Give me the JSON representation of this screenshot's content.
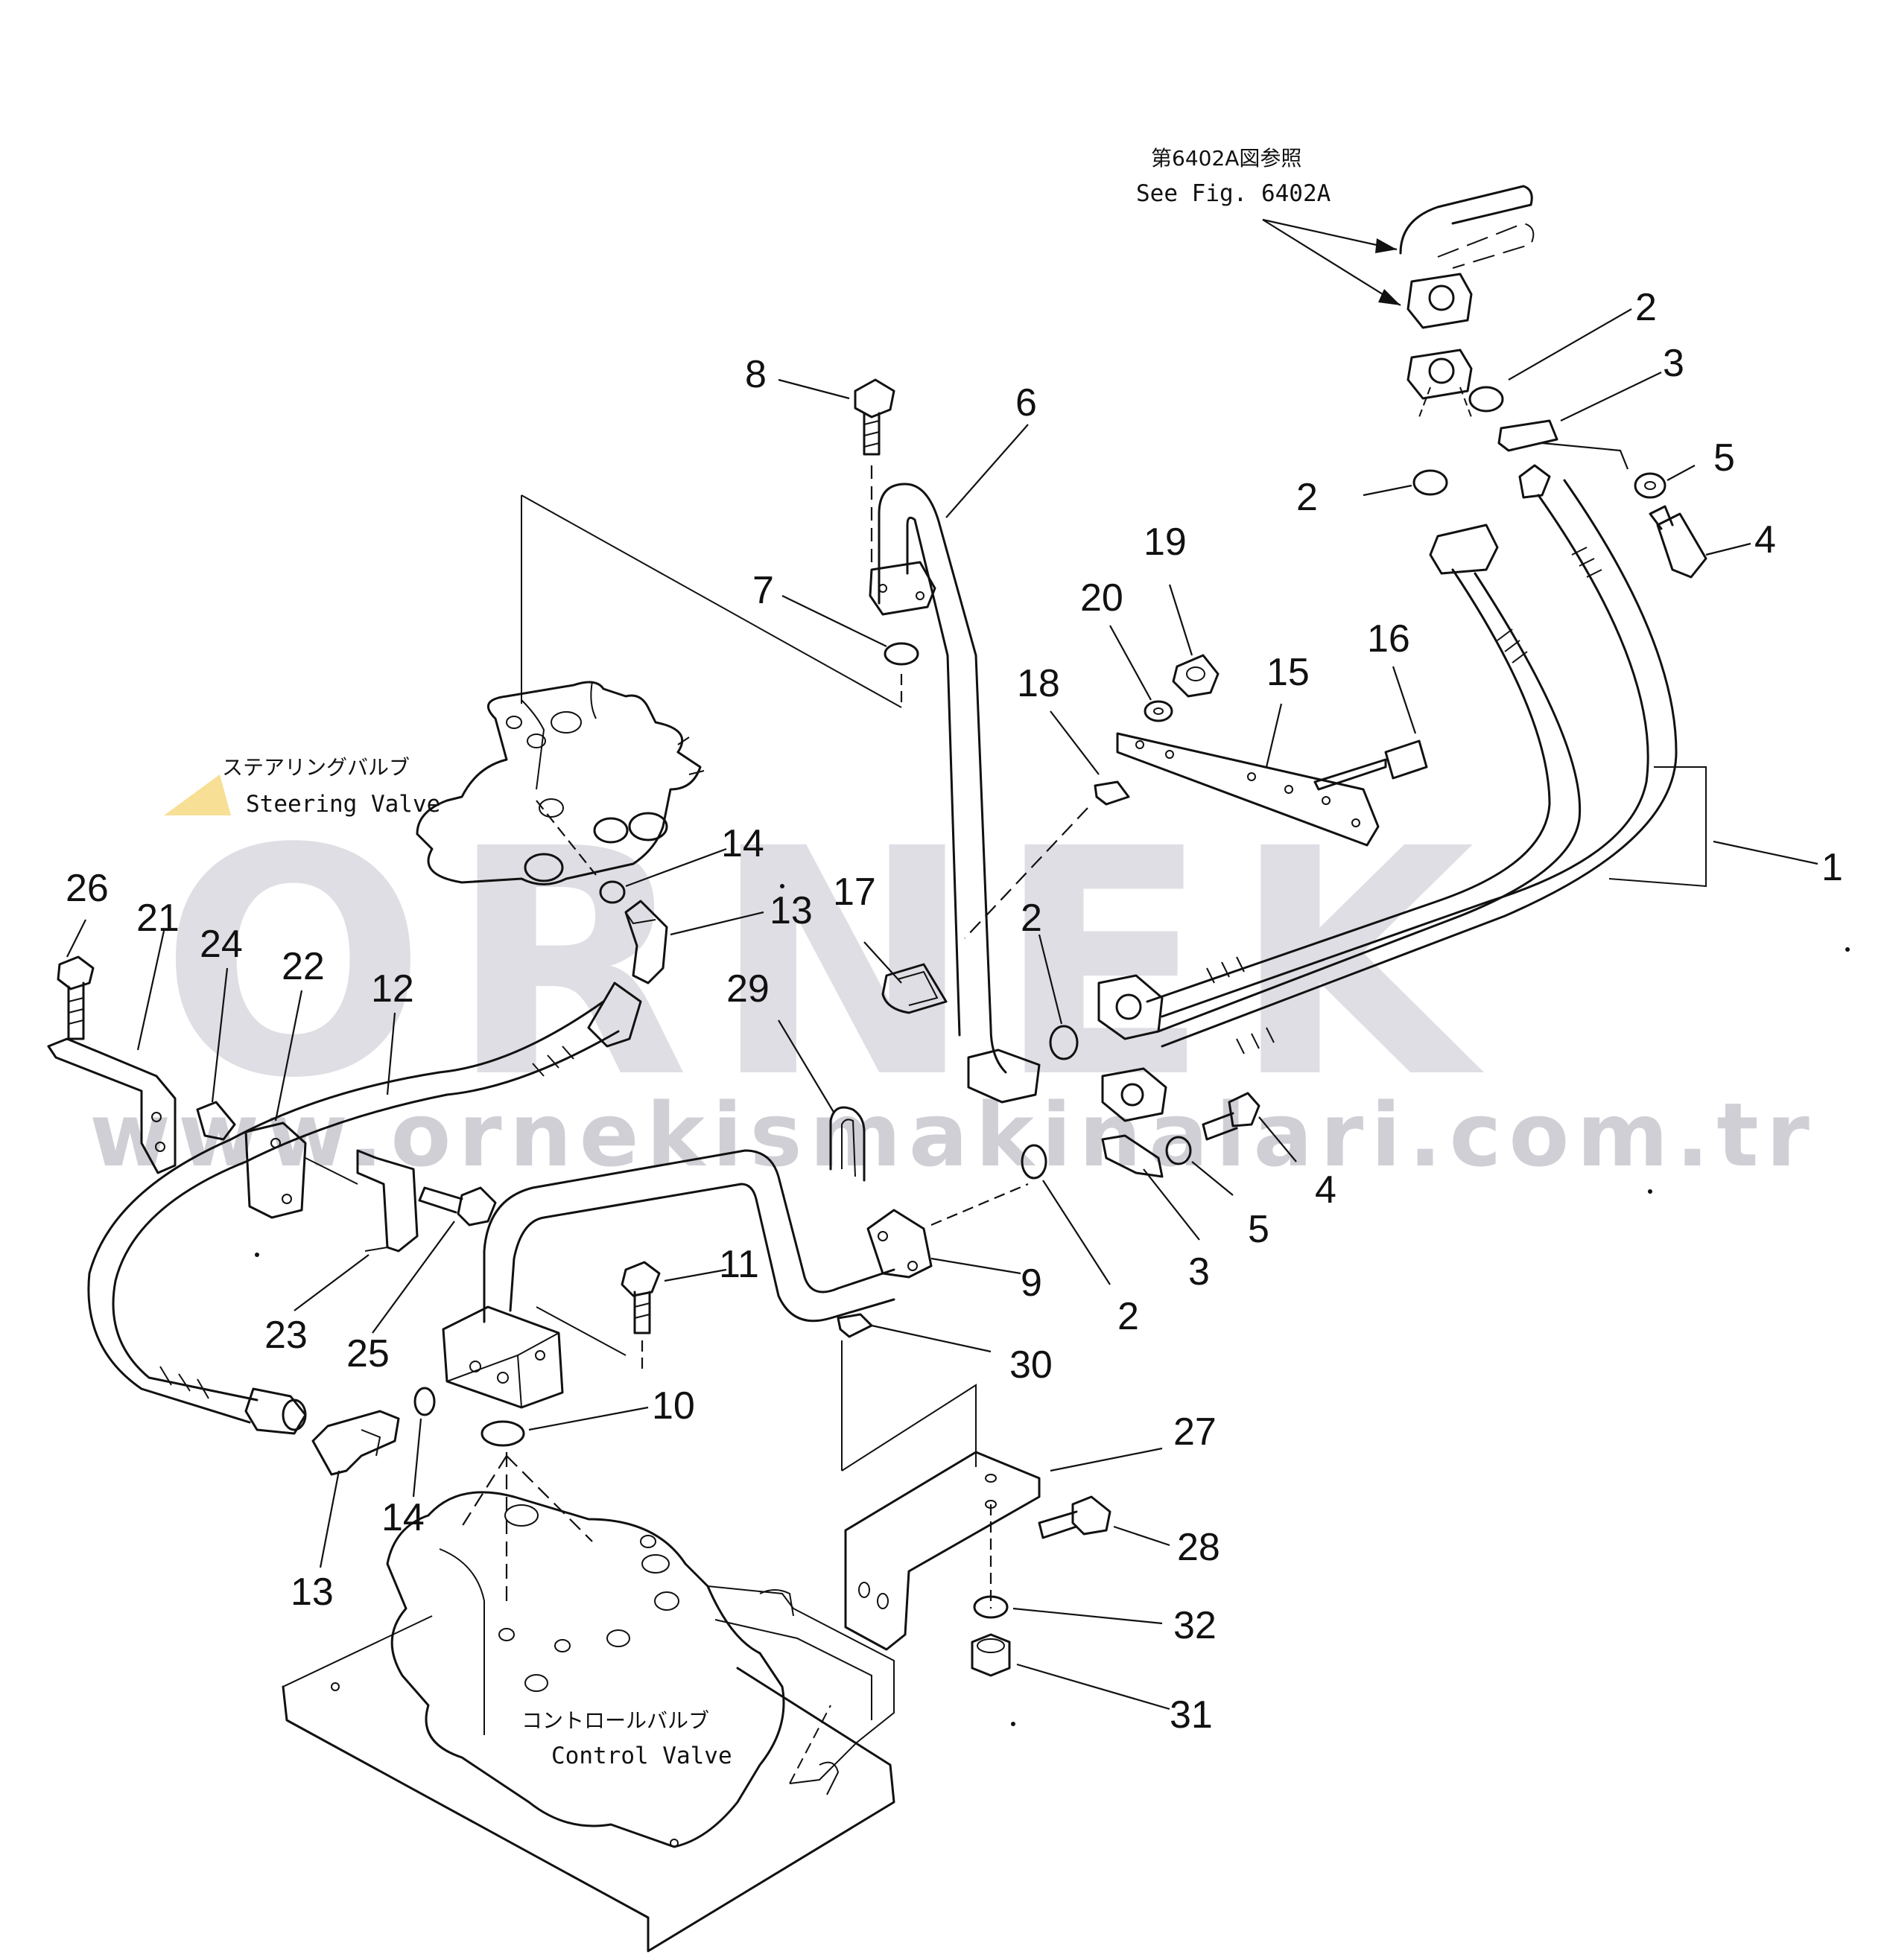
{
  "reference": {
    "jp": "第6402A図参照",
    "en": "See Fig. 6402A"
  },
  "components": {
    "steering_valve": {
      "jp": "ステアリングバルブ",
      "en": "Steering Valve"
    },
    "control_valve": {
      "jp": "コントロールバルブ",
      "en": "Control Valve"
    }
  },
  "callouts": [
    {
      "id": "c-2-top",
      "text": "2"
    },
    {
      "id": "c-3-top",
      "text": "3"
    },
    {
      "id": "c-2-mid",
      "text": "2"
    },
    {
      "id": "c-5-top",
      "text": "5"
    },
    {
      "id": "c-4-top",
      "text": "4"
    },
    {
      "id": "c-8",
      "text": "8"
    },
    {
      "id": "c-6",
      "text": "6"
    },
    {
      "id": "c-19",
      "text": "19"
    },
    {
      "id": "c-20",
      "text": "20"
    },
    {
      "id": "c-7",
      "text": "7"
    },
    {
      "id": "c-16",
      "text": "16"
    },
    {
      "id": "c-15",
      "text": "15"
    },
    {
      "id": "c-18",
      "text": "18"
    },
    {
      "id": "c-1",
      "text": "1"
    },
    {
      "id": "c-14-top",
      "text": "14"
    },
    {
      "id": "c-26",
      "text": "26"
    },
    {
      "id": "c-13-top",
      "text": "13"
    },
    {
      "id": "c-17",
      "text": "17"
    },
    {
      "id": "c-2-right",
      "text": "2"
    },
    {
      "id": "c-21",
      "text": "21"
    },
    {
      "id": "c-24",
      "text": "24"
    },
    {
      "id": "c-22",
      "text": "22"
    },
    {
      "id": "c-12",
      "text": "12"
    },
    {
      "id": "c-29",
      "text": "29"
    },
    {
      "id": "c-4-bot",
      "text": "4"
    },
    {
      "id": "c-5-bot",
      "text": "5"
    },
    {
      "id": "c-11",
      "text": "11"
    },
    {
      "id": "c-9",
      "text": "9"
    },
    {
      "id": "c-3-bot",
      "text": "3"
    },
    {
      "id": "c-23",
      "text": "23"
    },
    {
      "id": "c-2-bot",
      "text": "2"
    },
    {
      "id": "c-25",
      "text": "25"
    },
    {
      "id": "c-30",
      "text": "30"
    },
    {
      "id": "c-10",
      "text": "10"
    },
    {
      "id": "c-27",
      "text": "27"
    },
    {
      "id": "c-14-bot",
      "text": "14"
    },
    {
      "id": "c-28",
      "text": "28"
    },
    {
      "id": "c-13-bot",
      "text": "13"
    },
    {
      "id": "c-32",
      "text": "32"
    },
    {
      "id": "c-31",
      "text": "31"
    }
  ],
  "watermark": {
    "brand": "ORNEK",
    "url": "www.ornekismakinalari.com.tr",
    "accent_color": "#f5d77a",
    "mark_color": "#b8b8c4"
  }
}
